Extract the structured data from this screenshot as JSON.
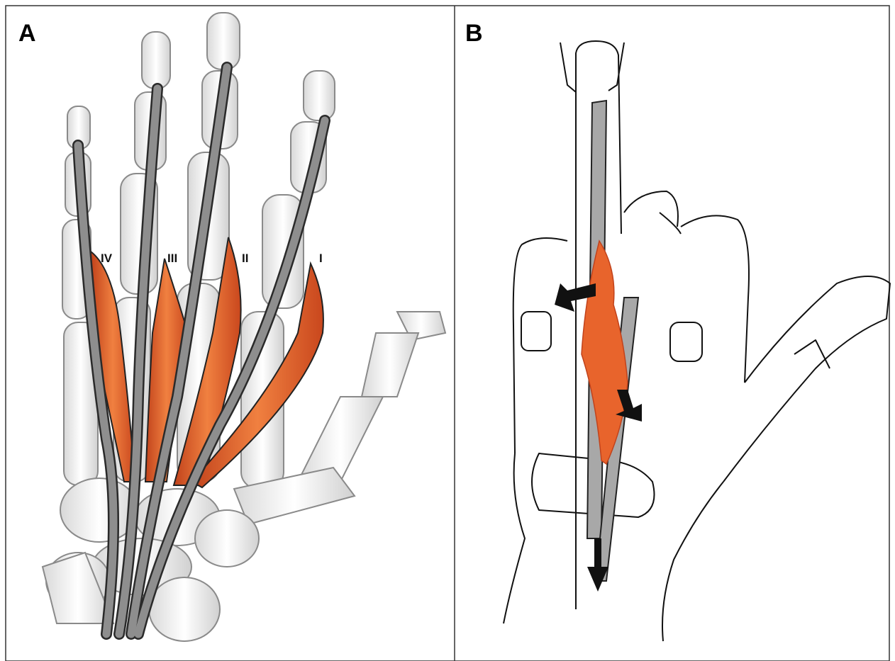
{
  "panel_a": {
    "label": "A",
    "muscle_labels": [
      "IV",
      "III",
      "II",
      "I"
    ]
  },
  "panel_b": {
    "label": "B"
  },
  "colors": {
    "muscle_fill": "#e8642c",
    "muscle_dark": "#c1421b",
    "tendon_fill": "#8e8e8e",
    "tendon_outline": "#2a2a2a",
    "bone_fill": "#f2f2f2",
    "bone_outline": "#8a8a8a",
    "border": "#333333"
  }
}
